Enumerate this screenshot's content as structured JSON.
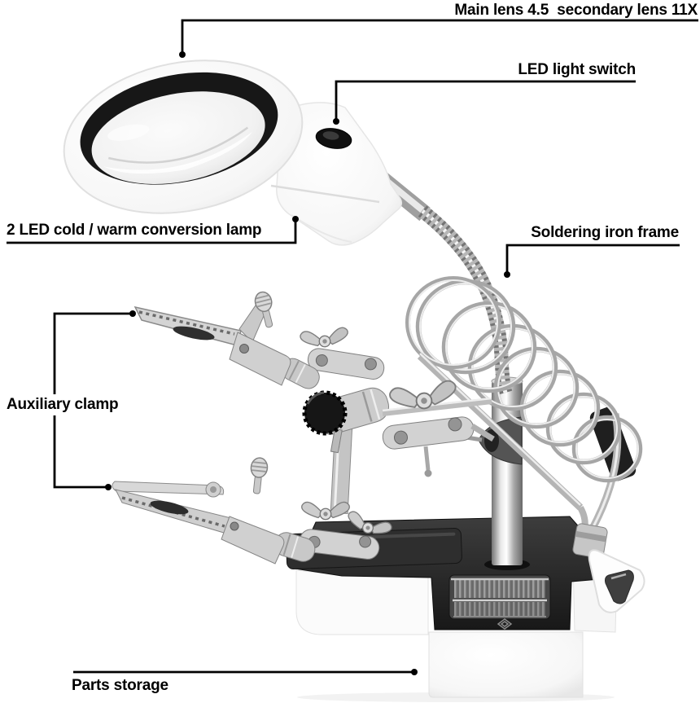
{
  "image": {
    "kind": "annotated product photo",
    "subject": "LED magnifier with helping-hand clamps and soldering iron stand"
  },
  "annotations": {
    "main_lens": {
      "text": "Main lens 4.5  secondary lens 11X"
    },
    "led_switch": {
      "text": "LED light switch"
    },
    "conversion_lamp": {
      "text": "2 LED cold / warm conversion lamp"
    },
    "soldering_frame": {
      "text": "Soldering iron frame"
    },
    "auxiliary_clamp": {
      "text": "Auxiliary clamp"
    },
    "parts_storage": {
      "text": "Parts storage"
    }
  },
  "colors": {
    "background": "#ffffff",
    "annotation_text": "#000000",
    "callout_line": "#000000",
    "product_white_plastic": "#f7f7f7",
    "product_black_plastic": "#1c1c1c",
    "chrome_metal": "#c0c0c0",
    "lens_rim": "#171717"
  }
}
